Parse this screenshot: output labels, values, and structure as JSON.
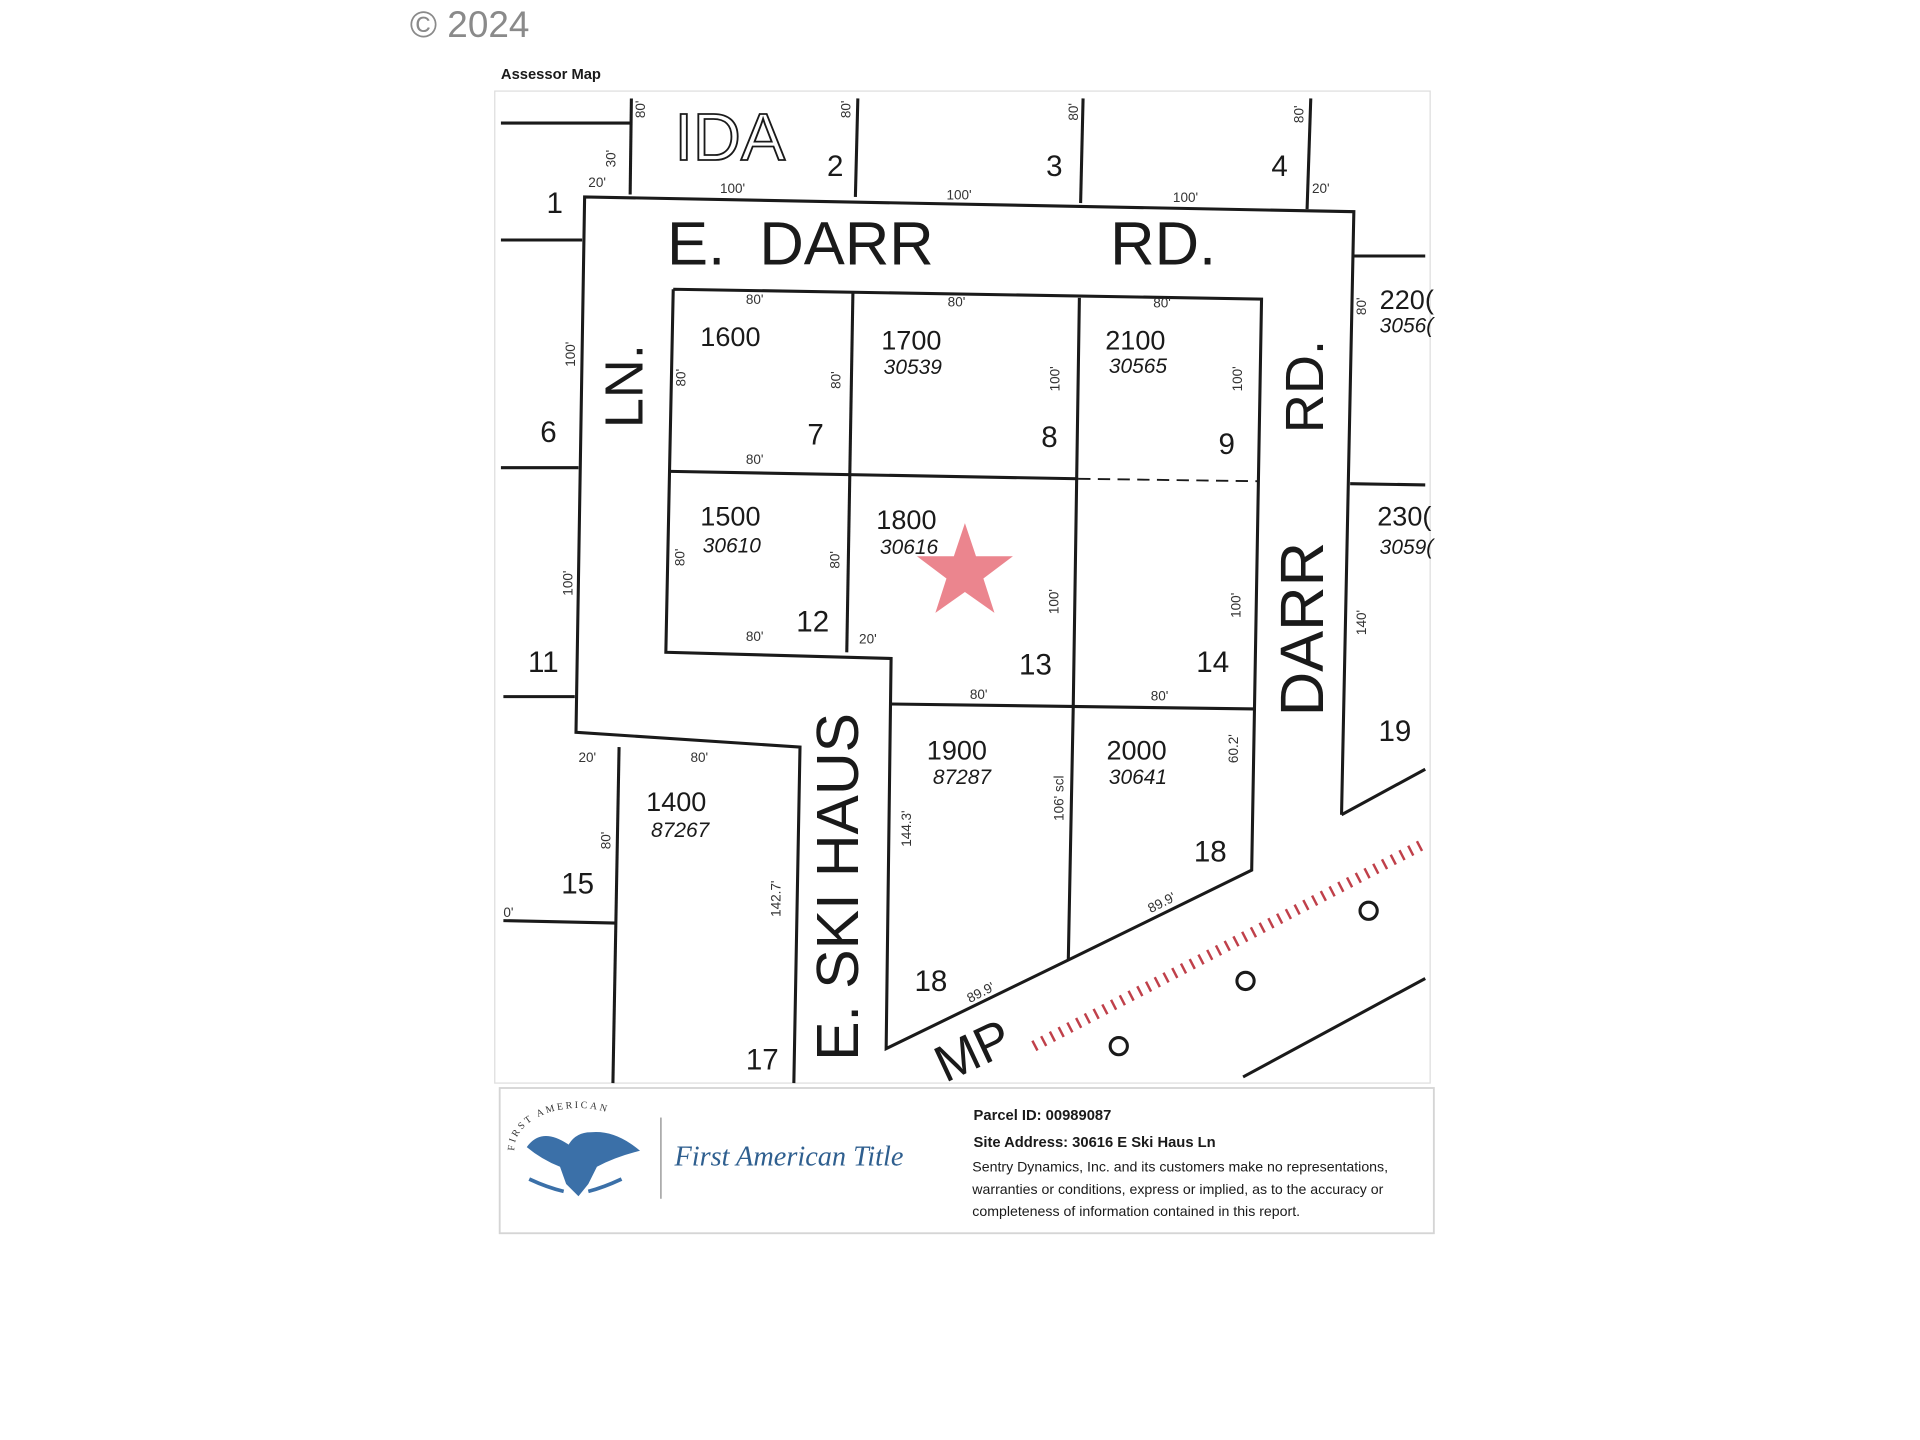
{
  "copyright": "© 2024",
  "heading": "Assessor Map",
  "map": {
    "streets": [
      "IDA",
      "E.  DARR",
      "RD.",
      "LN.",
      "RD.",
      "DARR",
      "E. SKI HAUS",
      "MP"
    ],
    "lots": [
      "1",
      "2",
      "3",
      "4",
      "6",
      "11",
      "15",
      "17",
      "19",
      "7",
      "8",
      "9",
      "12",
      "13",
      "14",
      "18",
      "18"
    ],
    "parcels": [
      {
        "id": "1600",
        "addr": ""
      },
      {
        "id": "1700",
        "addr": "30539"
      },
      {
        "id": "2100",
        "addr": "30565"
      },
      {
        "id": "1500",
        "addr": "30610"
      },
      {
        "id": "1800",
        "addr": "30616"
      },
      {
        "id": "1900",
        "addr": "87287"
      },
      {
        "id": "2000",
        "addr": "30641"
      },
      {
        "id": "1400",
        "addr": "87267"
      },
      {
        "id": "220(",
        "addr": "3056("
      },
      {
        "id": "230(",
        "addr": "3059("
      }
    ],
    "dimensions": [
      "80'",
      "80'",
      "80'",
      "30'",
      "20'",
      "100'",
      "100'",
      "100'",
      "20'",
      "80'",
      "100'",
      "80'",
      "80'",
      "80'",
      "80'",
      "80'",
      "80'",
      "100'",
      "100'",
      "100'",
      "80'",
      "80'",
      "80'",
      "80'",
      "20'",
      "100'",
      "80'",
      "80'",
      "20'",
      "80'",
      "144.3'",
      "106' scl",
      "60.2'",
      "89.9'",
      "89.9'",
      "142.7'",
      "80'",
      "140'",
      "100'",
      "0'"
    ],
    "subject_marker": "star"
  },
  "footer": {
    "logo_ring_text": "FIRST AMERICAN",
    "brand": "First American Title",
    "parcel_id": "Parcel ID: 00989087",
    "site_address": "Site Address: 30616 E Ski Haus Ln",
    "disclaimer": [
      "Sentry Dynamics, Inc. and its customers make no representations,",
      "warranties or conditions, express or implied, as to the accuracy or",
      "completeness of information contained in this report."
    ],
    "brand_color": "#2f5f8f",
    "star_color": "#e8707a"
  }
}
